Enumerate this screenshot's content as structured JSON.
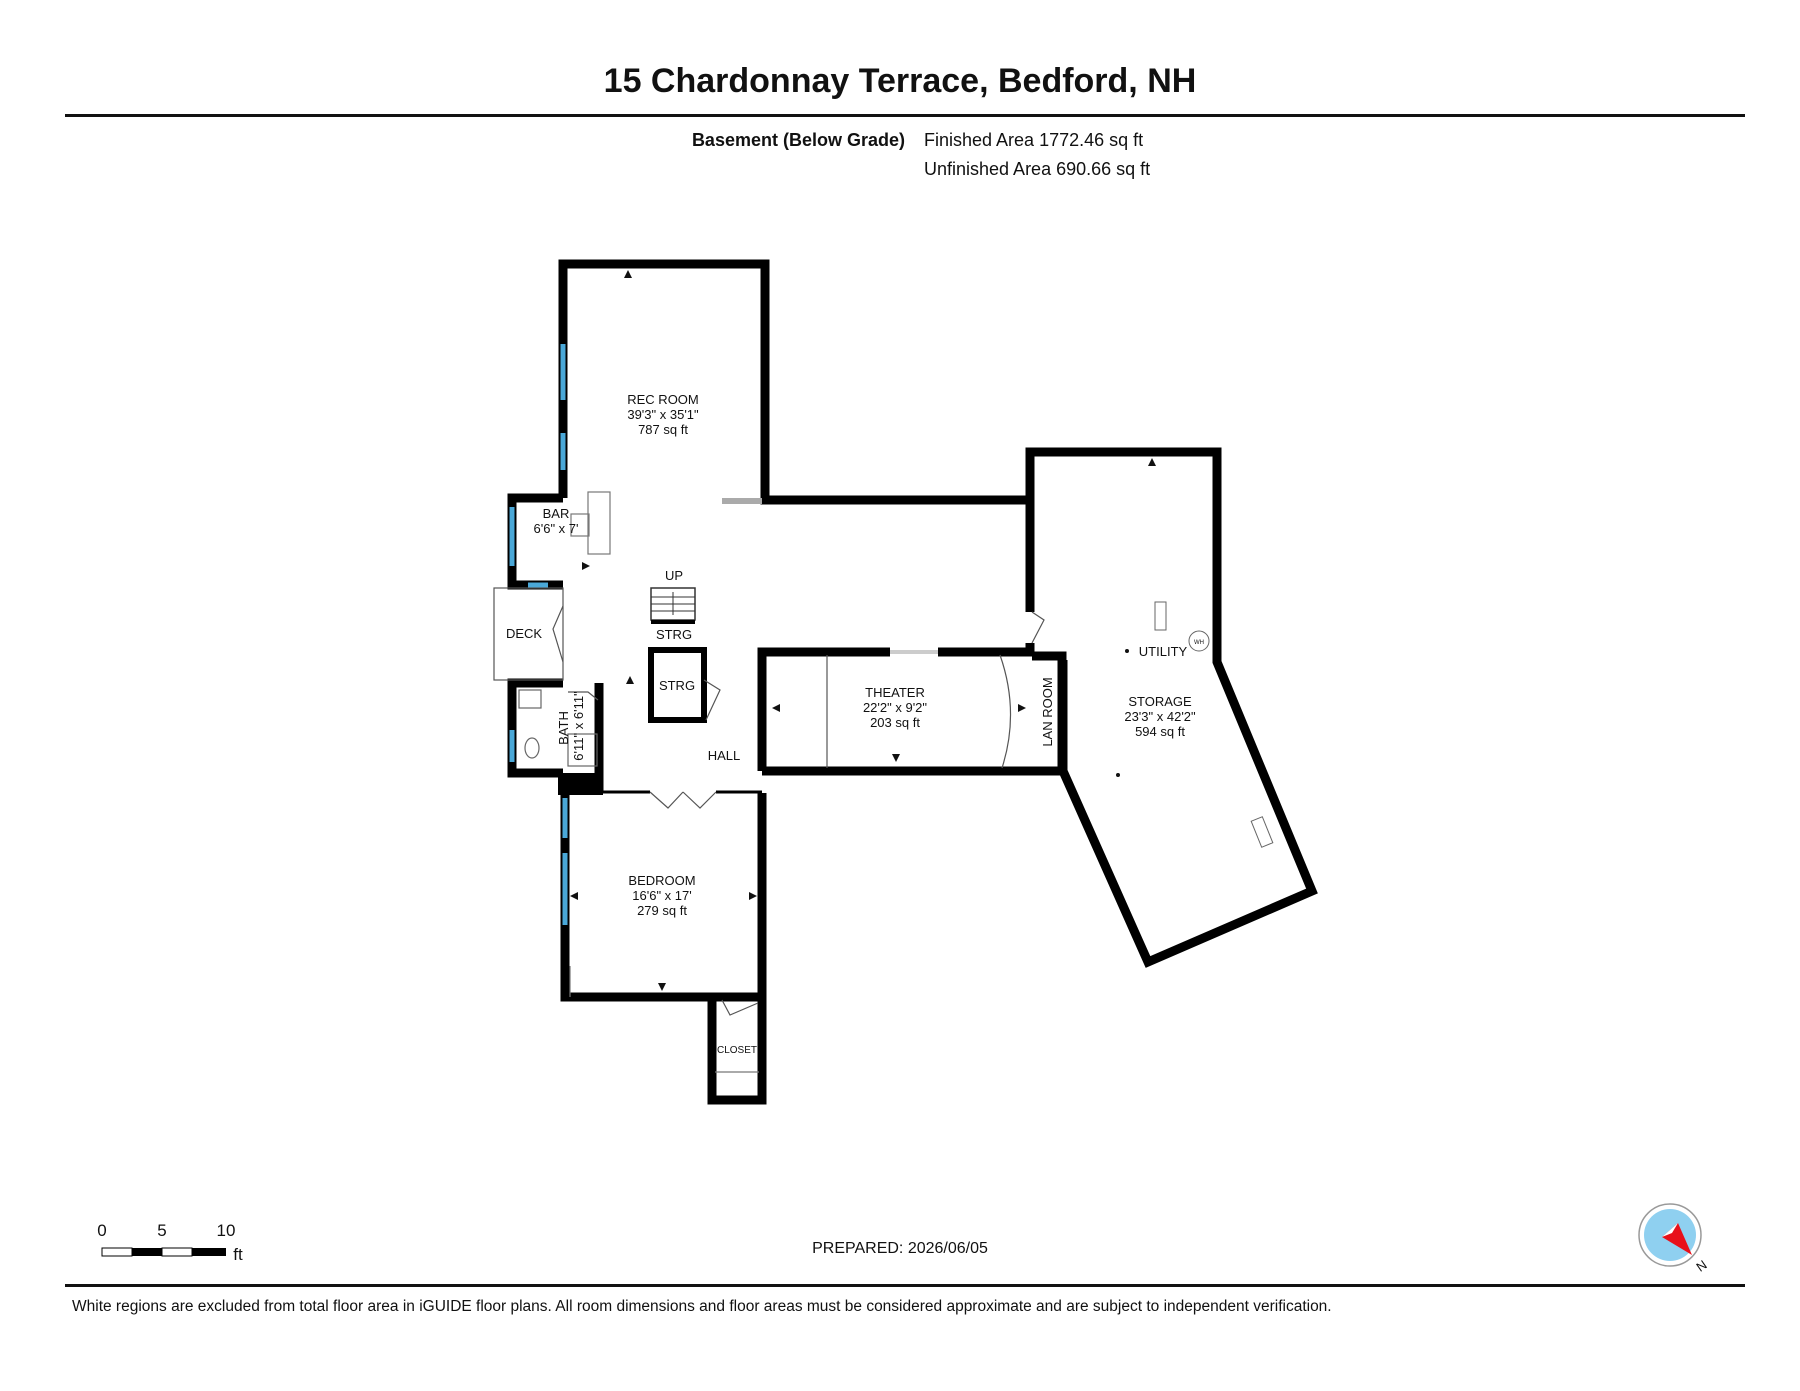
{
  "header": {
    "title": "15 Chardonnay Terrace, Bedford, NH",
    "level_label": "Basement (Below Grade)",
    "finished_area": "Finished Area 1772.46 sq ft",
    "unfinished_area": "Unfinished Area 690.66 sq ft"
  },
  "rooms": {
    "rec_room": {
      "name": "REC ROOM",
      "dims": "39'3\" x 35'1\"",
      "area": "787 sq ft"
    },
    "bar": {
      "name": "BAR",
      "dims": "6'6\" x 7'"
    },
    "deck": {
      "name": "DECK"
    },
    "bath": {
      "name": "BATH",
      "dims": "6'11\" x 6'11\""
    },
    "up": {
      "name": "UP"
    },
    "strg_upper": {
      "name": "STRG"
    },
    "strg_lower": {
      "name": "STRG"
    },
    "hall": {
      "name": "HALL"
    },
    "theater": {
      "name": "THEATER",
      "dims": "22'2\" x 9'2\"",
      "area": "203 sq ft"
    },
    "lan_room": {
      "name": "LAN ROOM"
    },
    "utility": {
      "name": "UTILITY"
    },
    "storage": {
      "name": "STORAGE",
      "dims": "23'3\" x 42'2\"",
      "area": "594 sq ft"
    },
    "bedroom": {
      "name": "BEDROOM",
      "dims": "16'6\" x 17'",
      "area": "279 sq ft"
    },
    "closet": {
      "name": "CLOSET"
    }
  },
  "fixtures": {
    "water_heater": "WH"
  },
  "scale_bar": {
    "ticks": [
      "0",
      "5",
      "10"
    ],
    "unit": "ft"
  },
  "compass": {
    "label": "N"
  },
  "footer": {
    "prepared": "PREPARED: 2026/06/05",
    "disclaimer": "White regions are excluded from total floor area in iGUIDE floor plans. All room dimensions and floor areas must be considered approximate and are subject to independent verification."
  },
  "colors": {
    "wall": "#000000",
    "window": "#4aa8d8",
    "compass_needle": "#e8101a",
    "compass_face": "#8fd0f0"
  }
}
